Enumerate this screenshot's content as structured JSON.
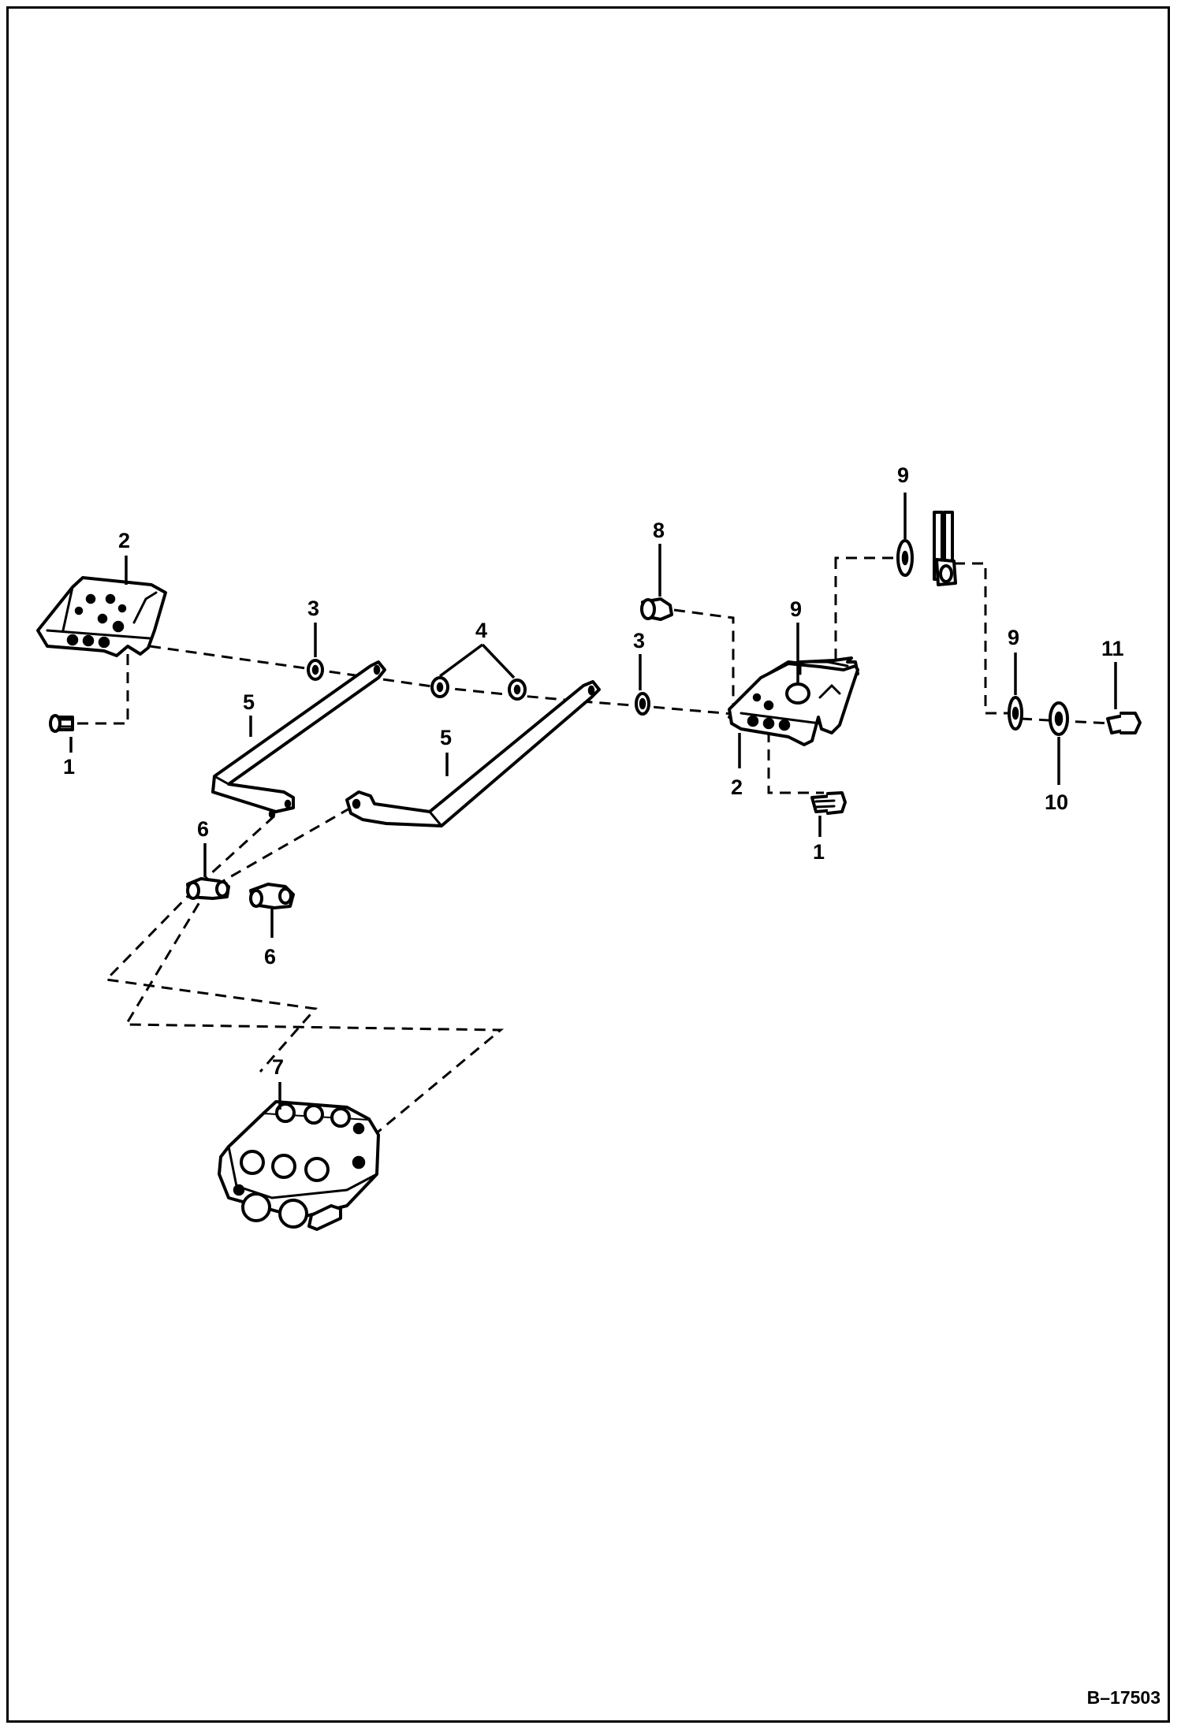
{
  "diagram": {
    "callouts": [
      {
        "id": "c2-left",
        "label": "2"
      },
      {
        "id": "c1-left",
        "label": "1"
      },
      {
        "id": "c3-left",
        "label": "3"
      },
      {
        "id": "c4",
        "label": "4"
      },
      {
        "id": "c5-left",
        "label": "5"
      },
      {
        "id": "c5-right",
        "label": "5"
      },
      {
        "id": "c6-top",
        "label": "6"
      },
      {
        "id": "c6-bottom",
        "label": "6"
      },
      {
        "id": "c7",
        "label": "7"
      },
      {
        "id": "c8",
        "label": "8"
      },
      {
        "id": "c3-right",
        "label": "3"
      },
      {
        "id": "c9-bracket",
        "label": "9"
      },
      {
        "id": "c9-top",
        "label": "9"
      },
      {
        "id": "c9-right",
        "label": "9"
      },
      {
        "id": "c11",
        "label": "11"
      },
      {
        "id": "c10",
        "label": "10"
      },
      {
        "id": "c2-right",
        "label": "2"
      },
      {
        "id": "c1-right",
        "label": "1"
      }
    ],
    "doc_id": "B–17503"
  }
}
